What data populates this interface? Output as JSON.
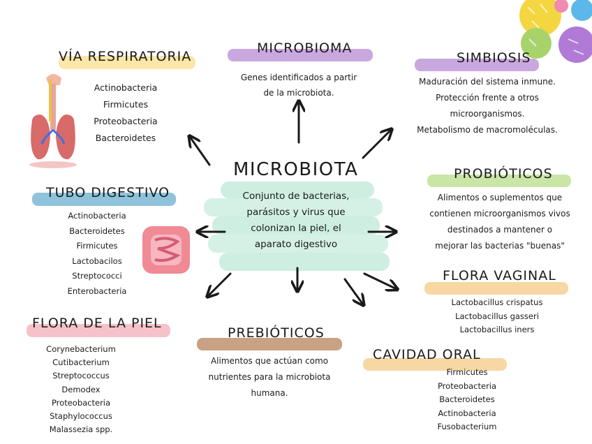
{
  "center": {
    "title": "MICROBIOTA",
    "lines": [
      "Conjunto de bacterias,",
      "parásitos y virus que",
      "colonizan la piel, el",
      "aparato digestivo"
    ]
  },
  "microbioma": {
    "title": "MICROBIOMA",
    "lines": [
      "Genes identificados a partir",
      "de la microbiota."
    ]
  },
  "via_respiratoria": {
    "title": "VÍA RESPIRATORIA",
    "items": [
      "Actinobacteria",
      "Firmicutes",
      "Proteobacteria",
      "Bacteroidetes"
    ]
  },
  "simbiosis": {
    "title": "SIMBIOSIS",
    "lines": [
      "Maduración del sistema inmune.",
      "Protección frente a otros",
      "microorganismos.",
      "Metabolismo de macromoléculas."
    ]
  },
  "tubo_digestivo": {
    "title": "TUBO DIGESTIVO",
    "items": [
      "Actinobacteria",
      "Bacteroidetes",
      "Firmicutes",
      "Lactobacilos",
      "Streptococci",
      "Enterobacteria"
    ]
  },
  "probioticos": {
    "title": "PROBIÓTICOS",
    "lines": [
      "Alimentos o suplementos que",
      "contienen microorganismos vivos",
      "destinados a mantener o",
      "mejorar las bacterias \"buenas\""
    ]
  },
  "flora_vaginal": {
    "title": "FLORA VAGINAL",
    "items": [
      "Lactobacillus crispatus",
      "Lactobacillus gasseri",
      "Lactobacillus iners"
    ]
  },
  "flora_piel": {
    "title": "FLORA DE LA PIEL",
    "items": [
      "Corynebacterium",
      "Cutibacterium",
      "Streptococcus",
      "Demodex",
      "Proteobacteria",
      "Staphylococcus",
      "Malassezia spp."
    ]
  },
  "prebioticos": {
    "title": "PREBIÓTICOS",
    "lines": [
      "Alimentos que actúan como",
      "nutrientes para la microbiota",
      "humana."
    ]
  },
  "cavidad_oral": {
    "title": "CAVIDAD ORAL",
    "items": [
      "Firmicutes",
      "Proteobacteria",
      "Bacteroidetes",
      "Actinobacteria",
      "Fusobacterium"
    ]
  },
  "colors": {
    "yellow": "#fbe7a8",
    "purple": "#c9a8df",
    "blue": "#8fc3dc",
    "green": "#c9e6a6",
    "mint": "#cdeee1",
    "pink": "#f6c2c9",
    "brown": "#c9a183",
    "peach": "#f7d7a4"
  }
}
